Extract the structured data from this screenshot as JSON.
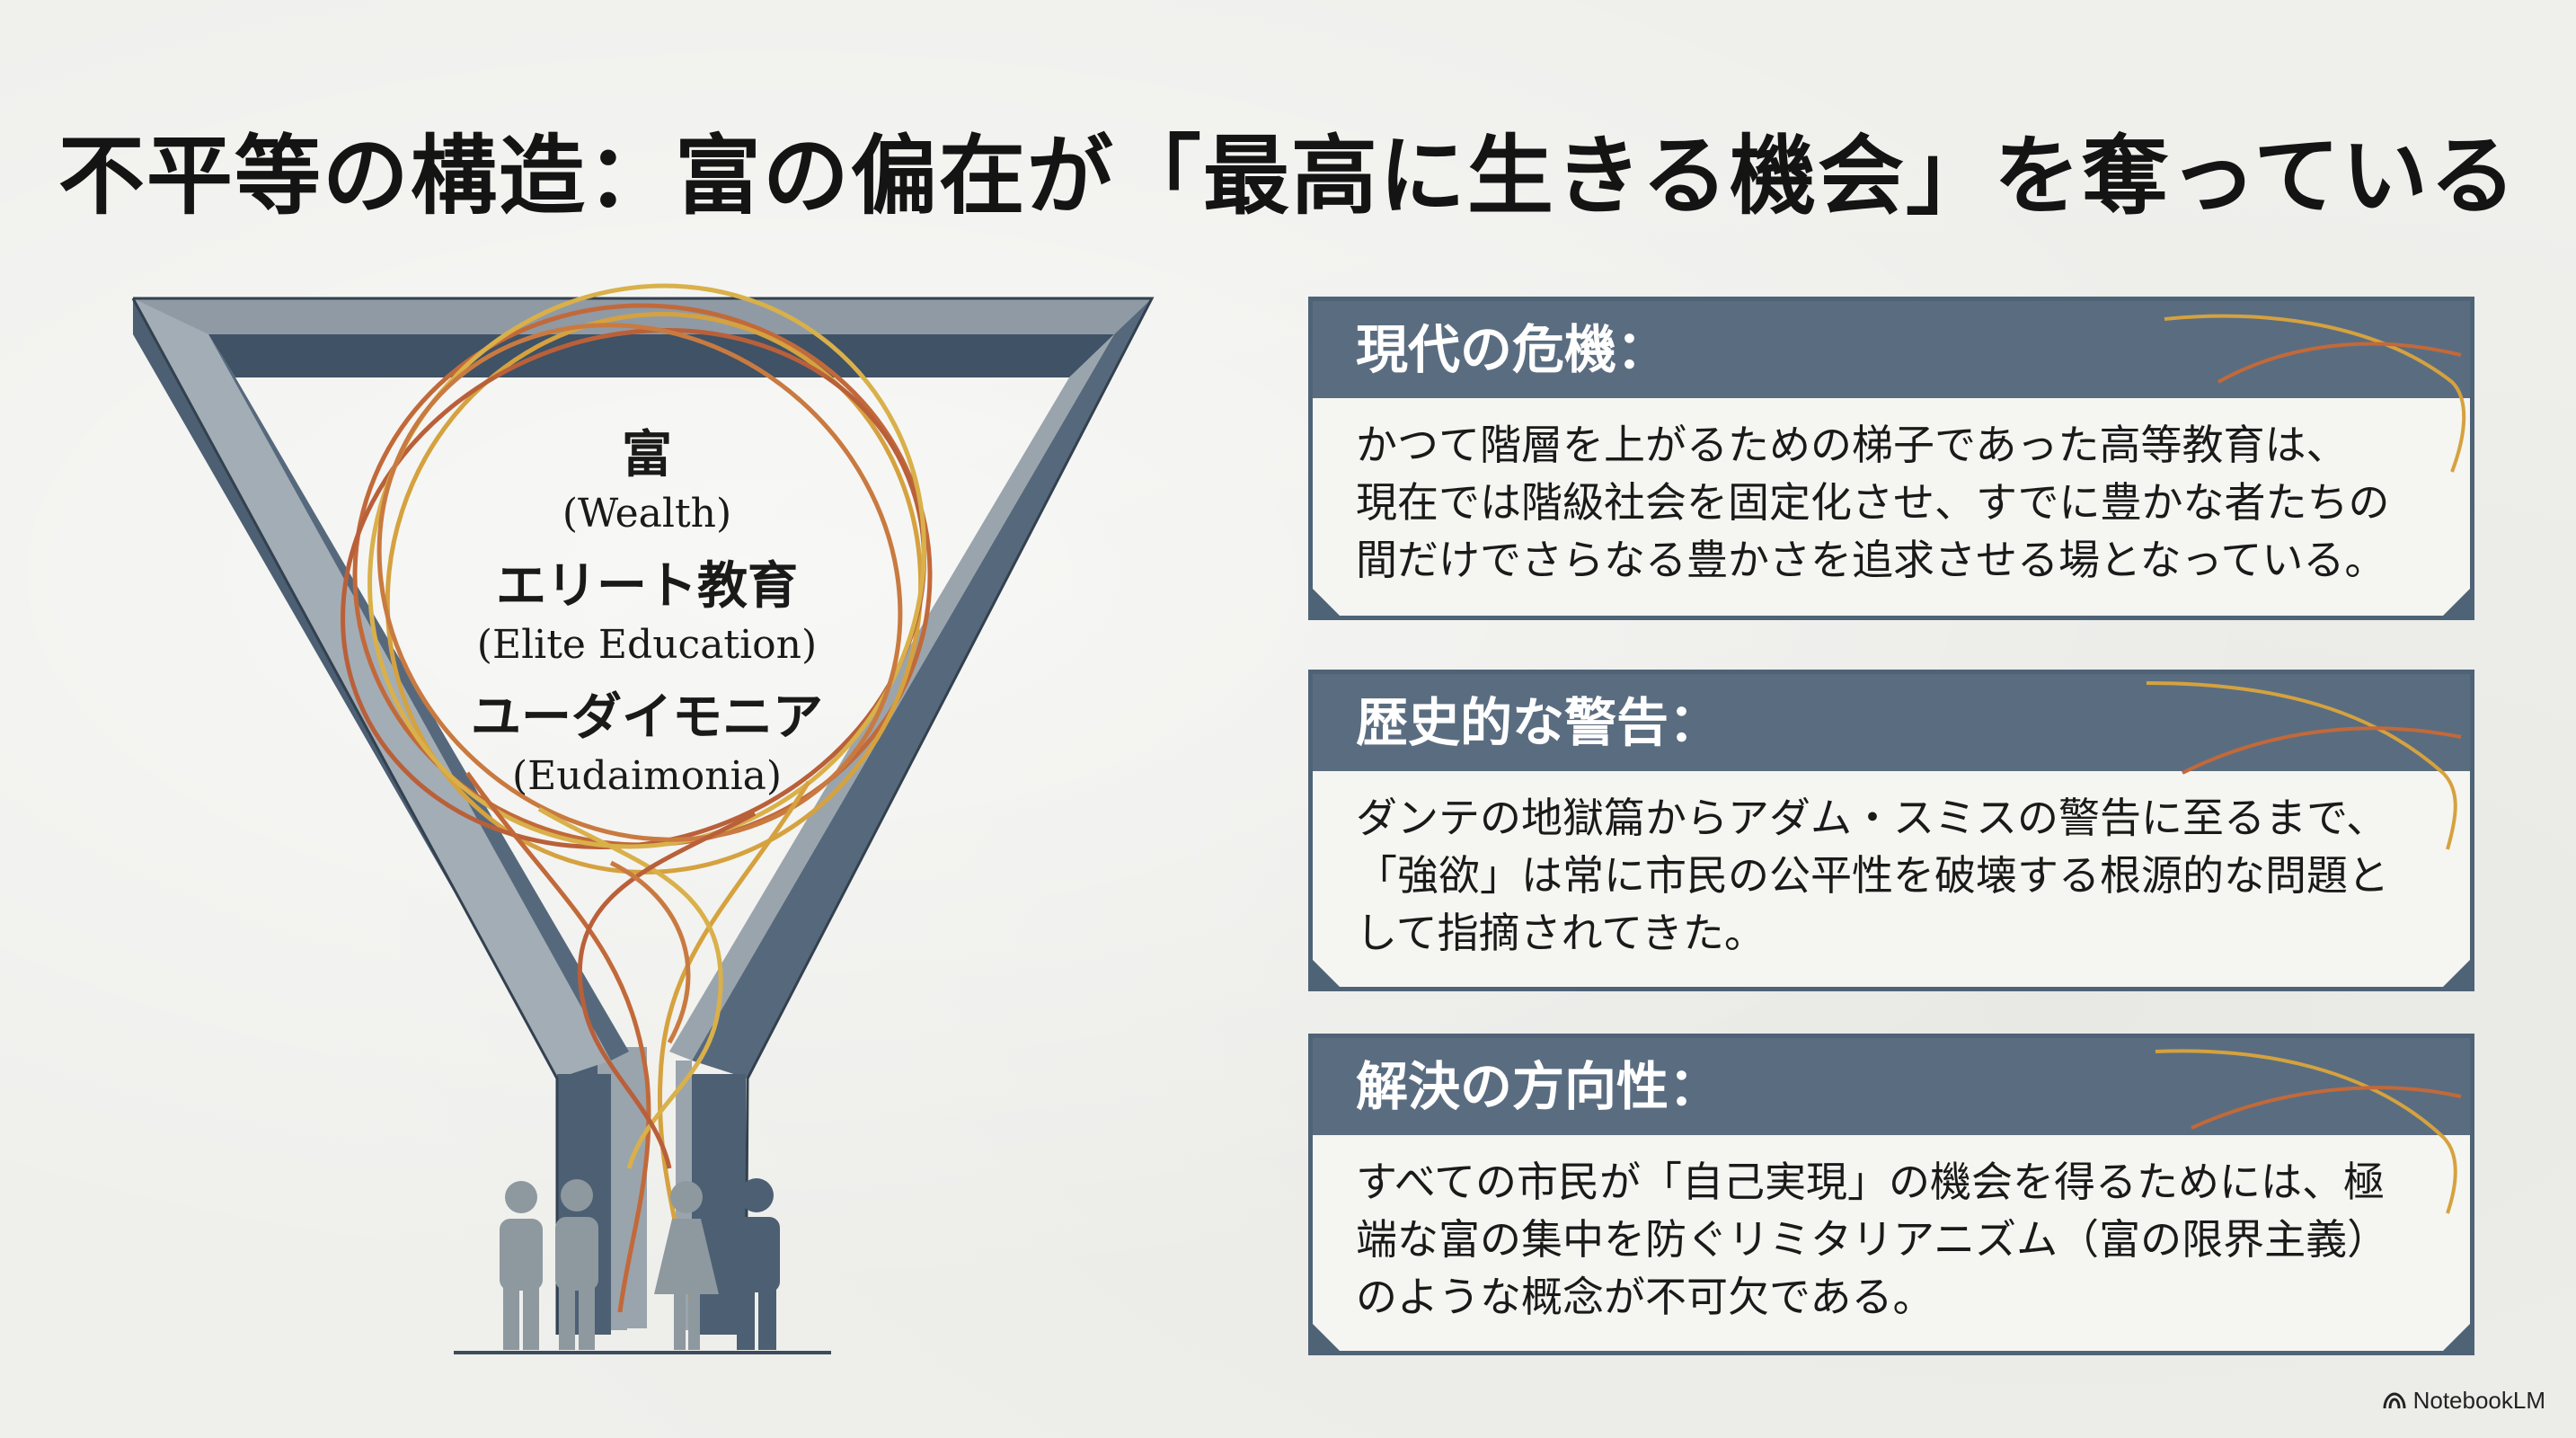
{
  "title": "不平等の構造：富の偏在が「最高に生きる機会」を奪っている",
  "diagram": {
    "labels": [
      {
        "jp": "富",
        "en": "(Wealth)"
      },
      {
        "jp": "エリート教育",
        "en": "(Elite Education)"
      },
      {
        "jp": "ユーダイモニア",
        "en": "(Eudaimonia)"
      }
    ]
  },
  "cards": [
    {
      "title": "現代の危機：",
      "lines": [
        "かつて階層を上がるための梯子であった高等教育は、",
        "現在では階級社会を固定化させ、すでに豊かな者たちの",
        "間だけでさらなる豊かさを追求させる場となっている。"
      ]
    },
    {
      "title": "歴史的な警告：",
      "lines": [
        "ダンテの地獄篇からアダム・スミスの警告に至るまで、",
        "「強欲」は常に市民の公平性を破壊する根源的な問題と",
        "して指摘されてきた。"
      ]
    },
    {
      "title": "解決の方向性：",
      "lines": [
        "すべての市民が「自己実現」の機会を得るためには、極",
        "端な富の集中を防ぐリミタリアニズム（富の限界主義）",
        "のような概念が不可欠である。"
      ]
    }
  ],
  "brand": "NotebookLM",
  "colors": {
    "panel": "#5a6d80",
    "frame": "#4f6377",
    "copper": "#c2693a",
    "gold": "#d5a23f"
  }
}
